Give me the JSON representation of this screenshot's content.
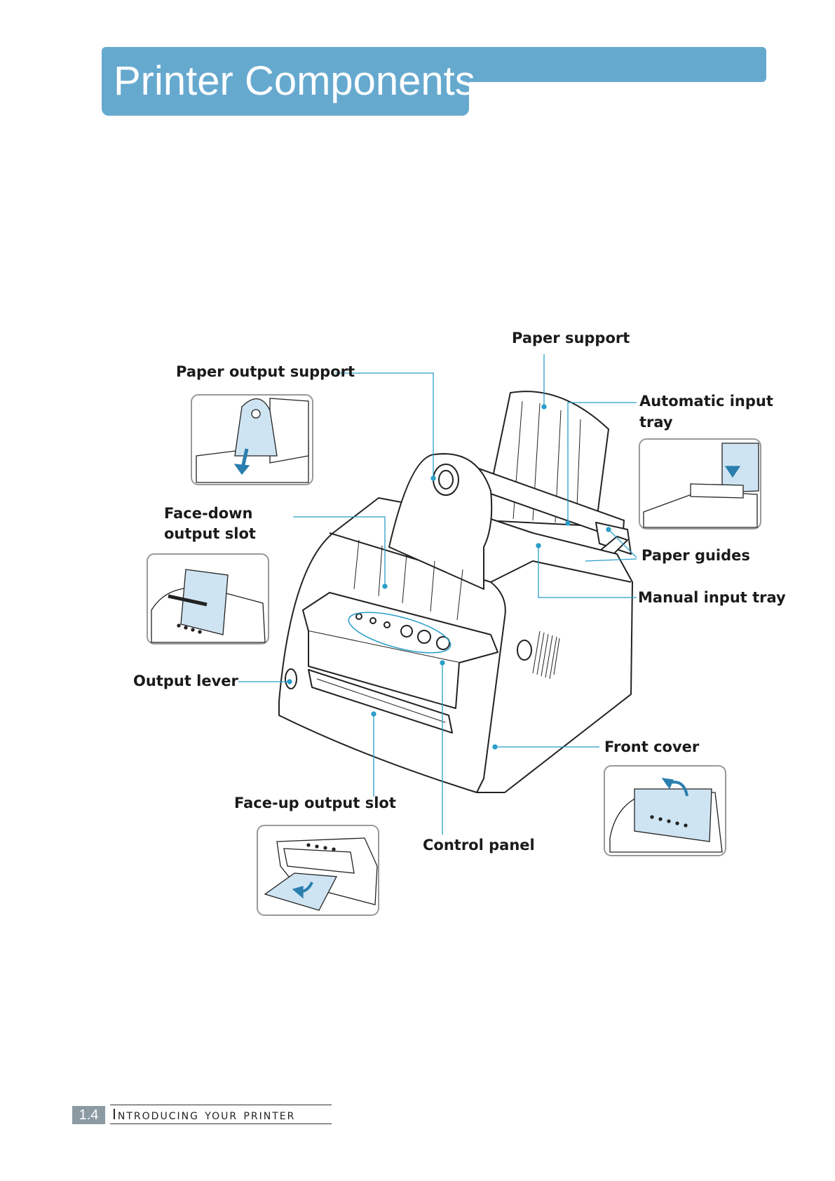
{
  "header": {
    "title": "Printer Components"
  },
  "labels": {
    "paper_support": "Paper support",
    "paper_output_support": "Paper output support",
    "automatic_input_tray_1": "Automatic input",
    "automatic_input_tray_2": "tray",
    "face_down_1": "Face-down",
    "face_down_2": "output slot",
    "paper_guides": "Paper guides",
    "manual_input_tray": "Manual input tray",
    "output_lever": "Output  lever",
    "front_cover": "Front cover",
    "face_up_output_slot": "Face-up output slot",
    "control_panel": "Control panel"
  },
  "footer": {
    "page_number": "1.4",
    "section": "Introducing your printer"
  },
  "colors": {
    "banner": "#66a9cf",
    "callout_line": "#2a9ec9",
    "figure_stroke": "#222222",
    "inset_fill": "#cfe4f2"
  }
}
